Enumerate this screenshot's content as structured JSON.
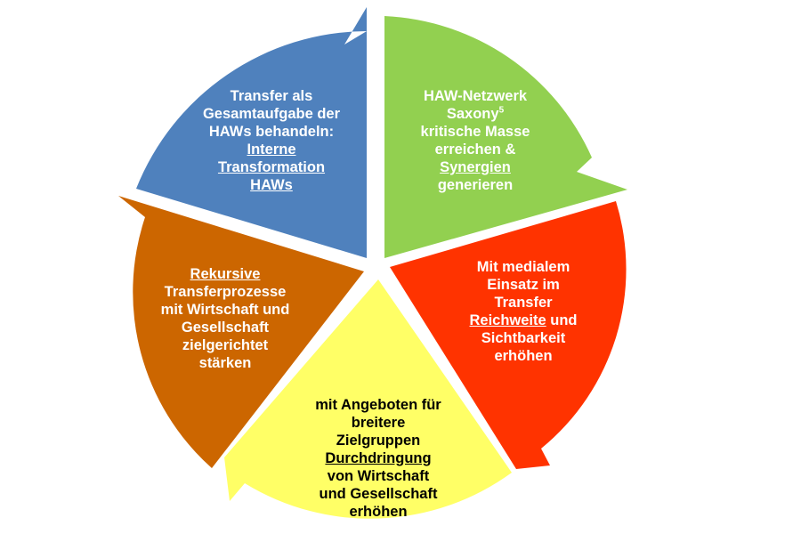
{
  "segments": [
    {
      "id": "top-left",
      "color": "#4f81bd",
      "lines": [
        {
          "parts": [
            {
              "text": "Transfer als"
            }
          ]
        },
        {
          "parts": [
            {
              "text": "Gesamtaufgabe der"
            }
          ]
        },
        {
          "parts": [
            {
              "text": "HAWs behandeln:"
            }
          ]
        },
        {
          "parts": [
            {
              "text": "Interne",
              "underline": true
            }
          ]
        },
        {
          "parts": [
            {
              "text": "Transformation",
              "underline": true
            }
          ]
        },
        {
          "parts": [
            {
              "text": "HAWs",
              "underline": true
            }
          ]
        }
      ]
    },
    {
      "id": "top-right",
      "color": "#92d050",
      "lines": [
        {
          "parts": [
            {
              "text": "HAW-Netzwerk"
            }
          ]
        },
        {
          "parts": [
            {
              "text": "Saxony"
            },
            {
              "text": "5",
              "sup": true
            }
          ]
        },
        {
          "parts": [
            {
              "text": "kritische Masse"
            }
          ]
        },
        {
          "parts": [
            {
              "text": "erreichen &"
            }
          ]
        },
        {
          "parts": [
            {
              "text": "Synergien",
              "underline": true
            }
          ]
        },
        {
          "parts": [
            {
              "text": "generieren"
            }
          ]
        }
      ]
    },
    {
      "id": "right",
      "color": "#ff3300",
      "lines": [
        {
          "parts": [
            {
              "text": "Mit medialem"
            }
          ]
        },
        {
          "parts": [
            {
              "text": "Einsatz im"
            }
          ]
        },
        {
          "parts": [
            {
              "text": "Transfer"
            }
          ]
        },
        {
          "parts": [
            {
              "text": "Reichweite",
              "underline": true
            },
            {
              "text": " und"
            }
          ]
        },
        {
          "parts": [
            {
              "text": "Sichtbarkeit"
            }
          ]
        },
        {
          "parts": [
            {
              "text": "erhöhen"
            }
          ]
        }
      ]
    },
    {
      "id": "bottom",
      "color": "#ffff66",
      "lines": [
        {
          "parts": [
            {
              "text": "mit Angeboten für"
            }
          ]
        },
        {
          "parts": [
            {
              "text": "breitere"
            }
          ]
        },
        {
          "parts": [
            {
              "text": "Zielgruppen"
            }
          ]
        },
        {
          "parts": [
            {
              "text": "Durchdringung",
              "underline": true
            }
          ]
        },
        {
          "parts": [
            {
              "text": "von Wirtschaft"
            }
          ]
        },
        {
          "parts": [
            {
              "text": "und Gesellschaft"
            }
          ]
        },
        {
          "parts": [
            {
              "text": "erhöhen"
            }
          ]
        }
      ]
    },
    {
      "id": "left",
      "color": "#cc6600",
      "lines": [
        {
          "parts": [
            {
              "text": "Rekursive",
              "underline": true
            }
          ]
        },
        {
          "parts": [
            {
              "text": "Transferprozesse"
            }
          ]
        },
        {
          "parts": [
            {
              "text": "mit Wirtschaft und"
            }
          ]
        },
        {
          "parts": [
            {
              "text": "Gesellschaft"
            }
          ]
        },
        {
          "parts": [
            {
              "text": "zielgerichtet"
            }
          ]
        },
        {
          "parts": [
            {
              "text": "stärken"
            }
          ]
        }
      ]
    }
  ]
}
